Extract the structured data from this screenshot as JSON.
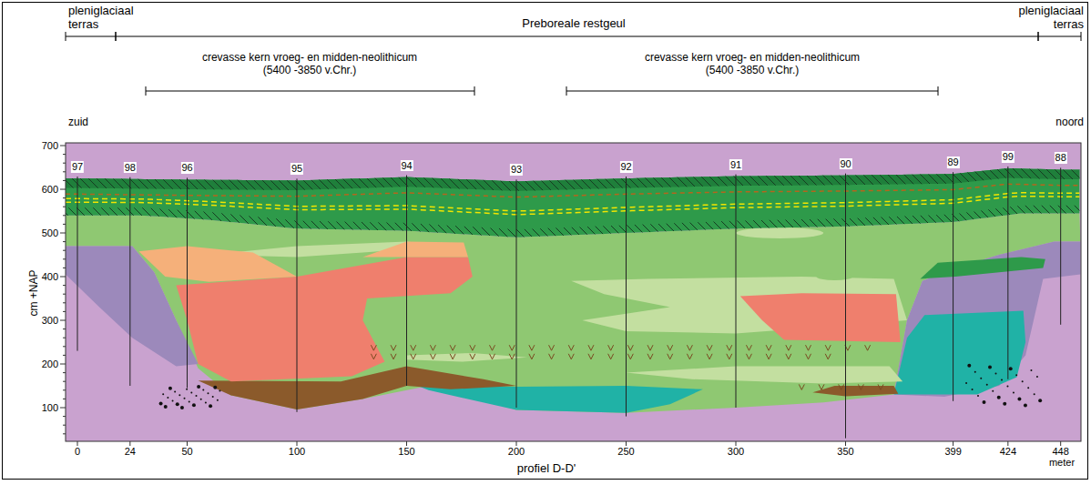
{
  "diagram": {
    "labels": [
      "pleniglaciaal terras",
      "Preboreale restgeul",
      "pleniglaciaal terras",
      "crevasse kern vroeg- en midden-neolithicum (5400 -3850 v.Chr.)",
      "crevasse kern vroeg- en midden-neolithicum (5400 -3850 v.Chr.)",
      "zuid",
      "noord",
      "97",
      "98",
      "96",
      "95",
      "94",
      "93",
      "92",
      "91",
      "90",
      "89",
      "99",
      "88",
      "cm +NAP",
      "700",
      "600",
      "500",
      "400",
      "300",
      "200",
      "100",
      "0",
      "24",
      "50",
      "100",
      "150",
      "200",
      "250",
      "300",
      "350",
      "399",
      "424",
      "448",
      "meter",
      "profiel D-D'"
    ]
  }
}
